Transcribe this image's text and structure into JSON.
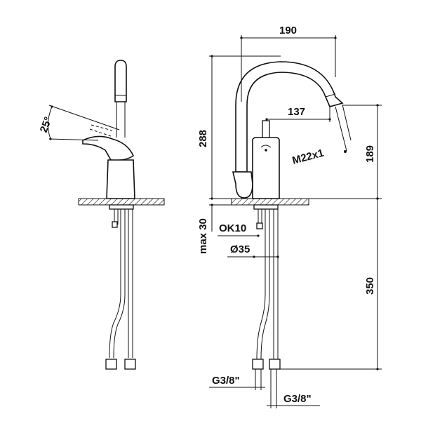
{
  "drawing": {
    "angle_label": "25°",
    "dimensions": {
      "spout_reach": "190",
      "total_height": "288",
      "aerator_reach": "137",
      "thread": "M22x1",
      "aerator_height": "189",
      "max_thickness": "max 30",
      "cartridge": "OK10",
      "hole_diameter": "Ø35",
      "hose_length": "350",
      "hose_connection_left": "G3/8\"",
      "hose_connection_right": "G3/8\""
    }
  }
}
